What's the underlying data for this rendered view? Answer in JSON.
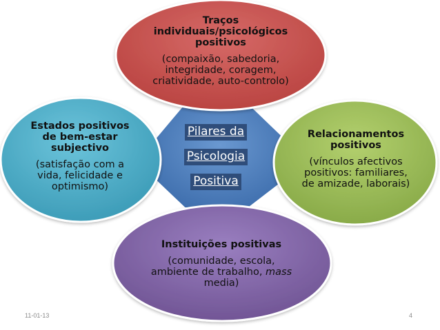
{
  "center": {
    "lines": [
      "Pilares da",
      "Psicologia",
      "Positiva"
    ]
  },
  "nodes": {
    "top": {
      "title_lines": [
        "Traços",
        "individuais/psicológicos",
        "positivos"
      ],
      "detail_lines": [
        "(compaixão, sabedoria,",
        "integridade, coragem,",
        "criatividade, auto-controlo)"
      ]
    },
    "left": {
      "title_lines": [
        "Estados positivos",
        "de bem-estar",
        "subjectivo"
      ],
      "detail_lines": [
        "(satisfação com a",
        "vida, felicidade e",
        "optimismo)"
      ]
    },
    "right": {
      "title_lines": [
        "Relacionamentos",
        "positivos"
      ],
      "detail_lines": [
        "(vínculos afectivos",
        "positivos: familiares,",
        "de amizade, laborais)"
      ]
    },
    "bottom": {
      "title_lines": [
        "Instituições positivas"
      ],
      "detail_line_1": "(comunidade, escola,",
      "detail_line_2_prefix": "ambiente de trabalho, ",
      "detail_line_2_emph": "mass",
      "detail_line_3": "media)"
    }
  },
  "footer": {
    "date": "11-01-13",
    "page": "4"
  },
  "colors": {
    "center_fill": "#4f81bd",
    "top_fill": "#c0504d",
    "left_fill": "#4bacc6",
    "right_fill": "#9bbb59",
    "bottom_fill": "#8064a2",
    "node_stroke": "#ffffff"
  }
}
